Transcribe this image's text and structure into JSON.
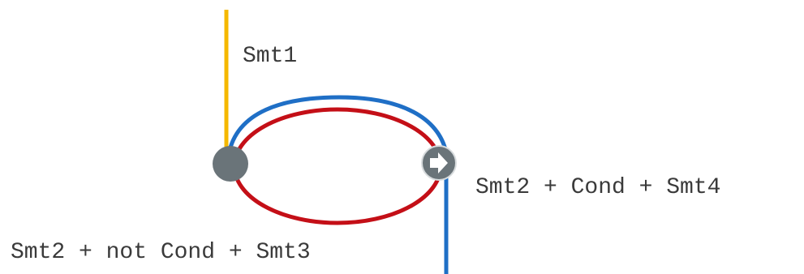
{
  "labels": {
    "smt1": "Smt1",
    "true_branch": "Smt2 + Cond + Smt4",
    "false_branch": "Smt2 + not Cond + Smt3"
  },
  "colors": {
    "entry_edge": "#f5b800",
    "true_path": "#1f6fc6",
    "false_path": "#c40f17",
    "node_fill": "#6a7479",
    "arrow_fill": "#ffffff",
    "text": "#3a3a3a"
  },
  "icons": {
    "decision_node": "filled-circle",
    "exit_node": "arrow-right-circle"
  }
}
